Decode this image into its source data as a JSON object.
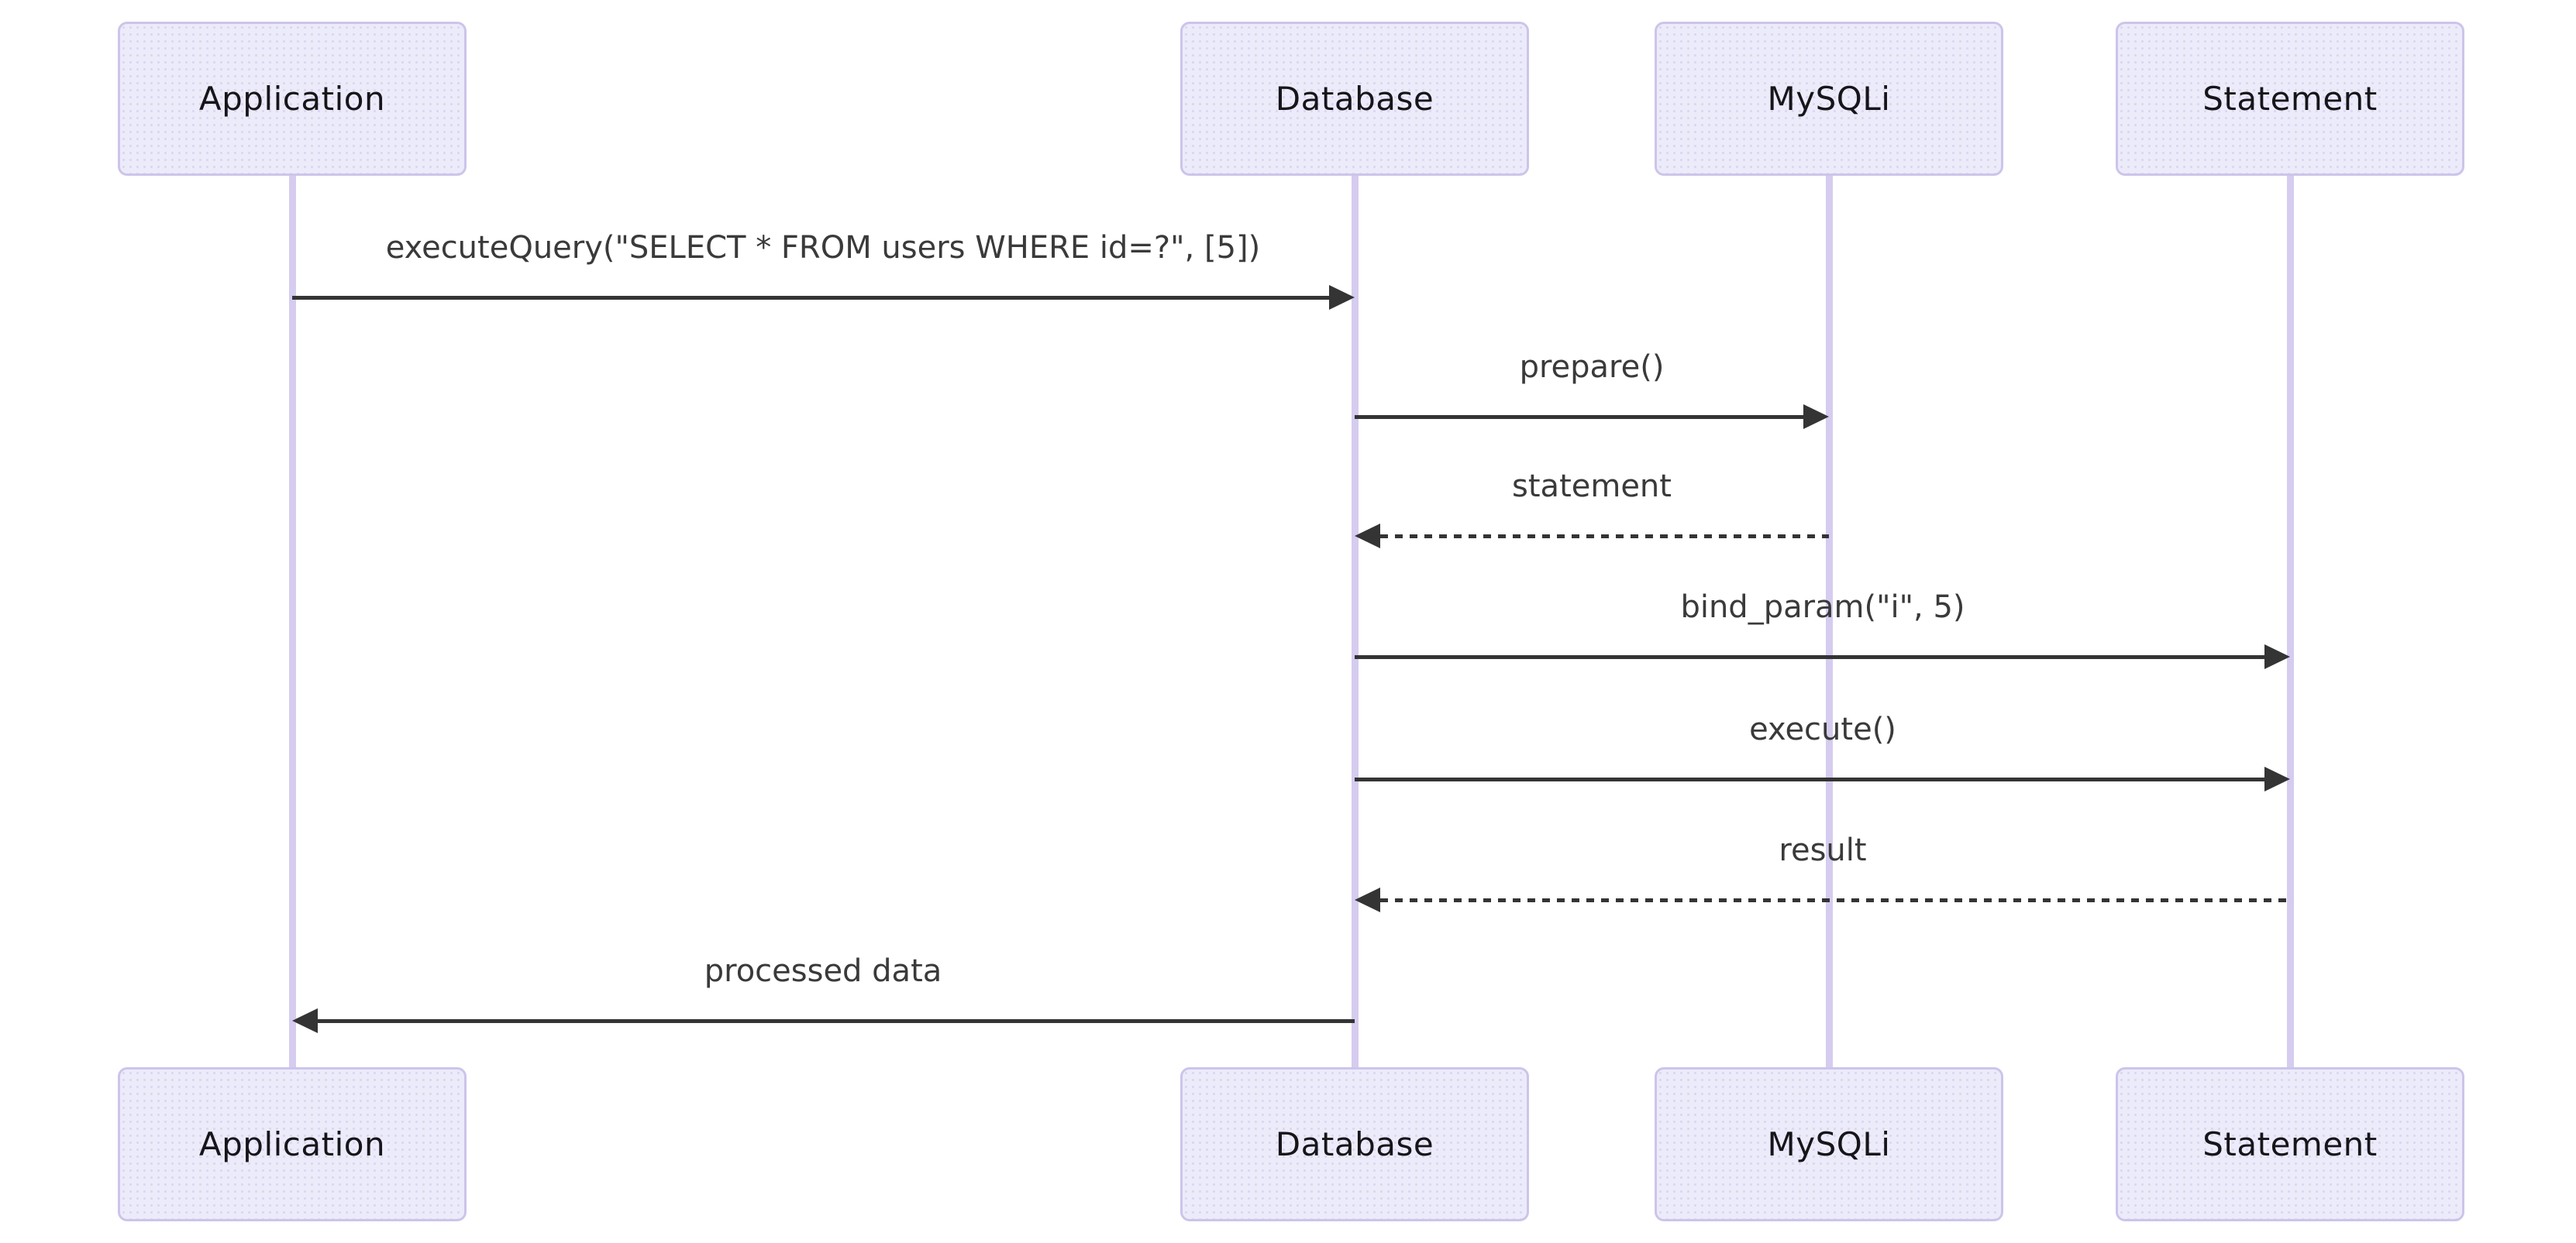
{
  "diagram": {
    "type": "sequence-diagram",
    "actors": [
      {
        "name": "Application"
      },
      {
        "name": "Database"
      },
      {
        "name": "MySQLi"
      },
      {
        "name": "Statement"
      }
    ],
    "messages": [
      {
        "from": "Application",
        "to": "Database",
        "label": "executeQuery(\"SELECT * FROM users WHERE id=?\", [5])",
        "style": "solid",
        "direction": "right"
      },
      {
        "from": "Database",
        "to": "MySQLi",
        "label": "prepare()",
        "style": "solid",
        "direction": "right"
      },
      {
        "from": "MySQLi",
        "to": "Database",
        "label": "statement",
        "style": "dashed",
        "direction": "left"
      },
      {
        "from": "Database",
        "to": "Statement",
        "label": "bind_param(\"i\", 5)",
        "style": "solid",
        "direction": "right"
      },
      {
        "from": "Database",
        "to": "Statement",
        "label": "execute()",
        "style": "solid",
        "direction": "right"
      },
      {
        "from": "Statement",
        "to": "Database",
        "label": "result",
        "style": "dashed",
        "direction": "left"
      },
      {
        "from": "Database",
        "to": "Application",
        "label": "processed data",
        "style": "solid",
        "direction": "left"
      }
    ],
    "colors": {
      "actor_fill": "#ECEBFA",
      "actor_border": "#CDC4EA",
      "lifeline": "#D5CCEF",
      "arrow": "#343434",
      "message_text": "#3a3a3a",
      "actor_text": "#16151a",
      "background": "#ffffff"
    }
  }
}
